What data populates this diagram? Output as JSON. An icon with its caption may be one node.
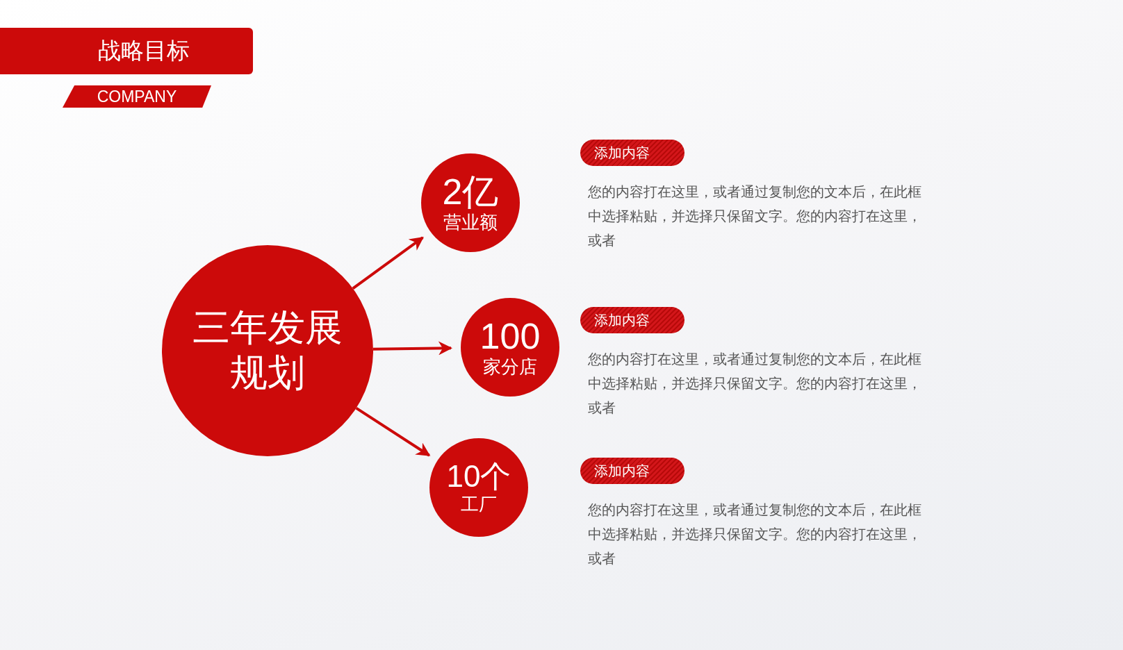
{
  "diagram": {
    "title": "战略目标",
    "nodes": [
      {
        "text": [
          "三年发展规划"
        ]
      },
      {
        "text": [
          "2亿",
          "营业额"
        ]
      },
      {
        "text": [
          "100",
          "家分店"
        ]
      },
      {
        "text": [
          "10个",
          "工厂"
        ]
      },
      {
        "text": [
          "添加内容"
        ],
        "beside": [
          "您的内容打在这里，或者通过复制您的文本后，在此框中选择粘贴，并选择只保留文字。您的内容打在这里，或者"
        ]
      },
      {
        "text": [
          "添加内容"
        ],
        "beside": [
          "您的内容打在这里，或者通过复制您的文本后，在此框中选择粘贴，并选择只保留文字。您的内容打在这里，或者"
        ]
      },
      {
        "text": [
          "添加内容"
        ],
        "beside": [
          "您的内容打在这里，或者通过复制您的文本后，在此框中选择粘贴，并选择只保留文字。您的内容打在这里，或者"
        ]
      }
    ],
    "edges": [
      {
        "from": 0,
        "to": 1,
        "arrow": "to"
      },
      {
        "from": 0,
        "to": 2,
        "arrow": "to"
      },
      {
        "from": 0,
        "to": 3,
        "arrow": "to"
      }
    ],
    "labels": [
      "COMPANY"
    ]
  }
}
